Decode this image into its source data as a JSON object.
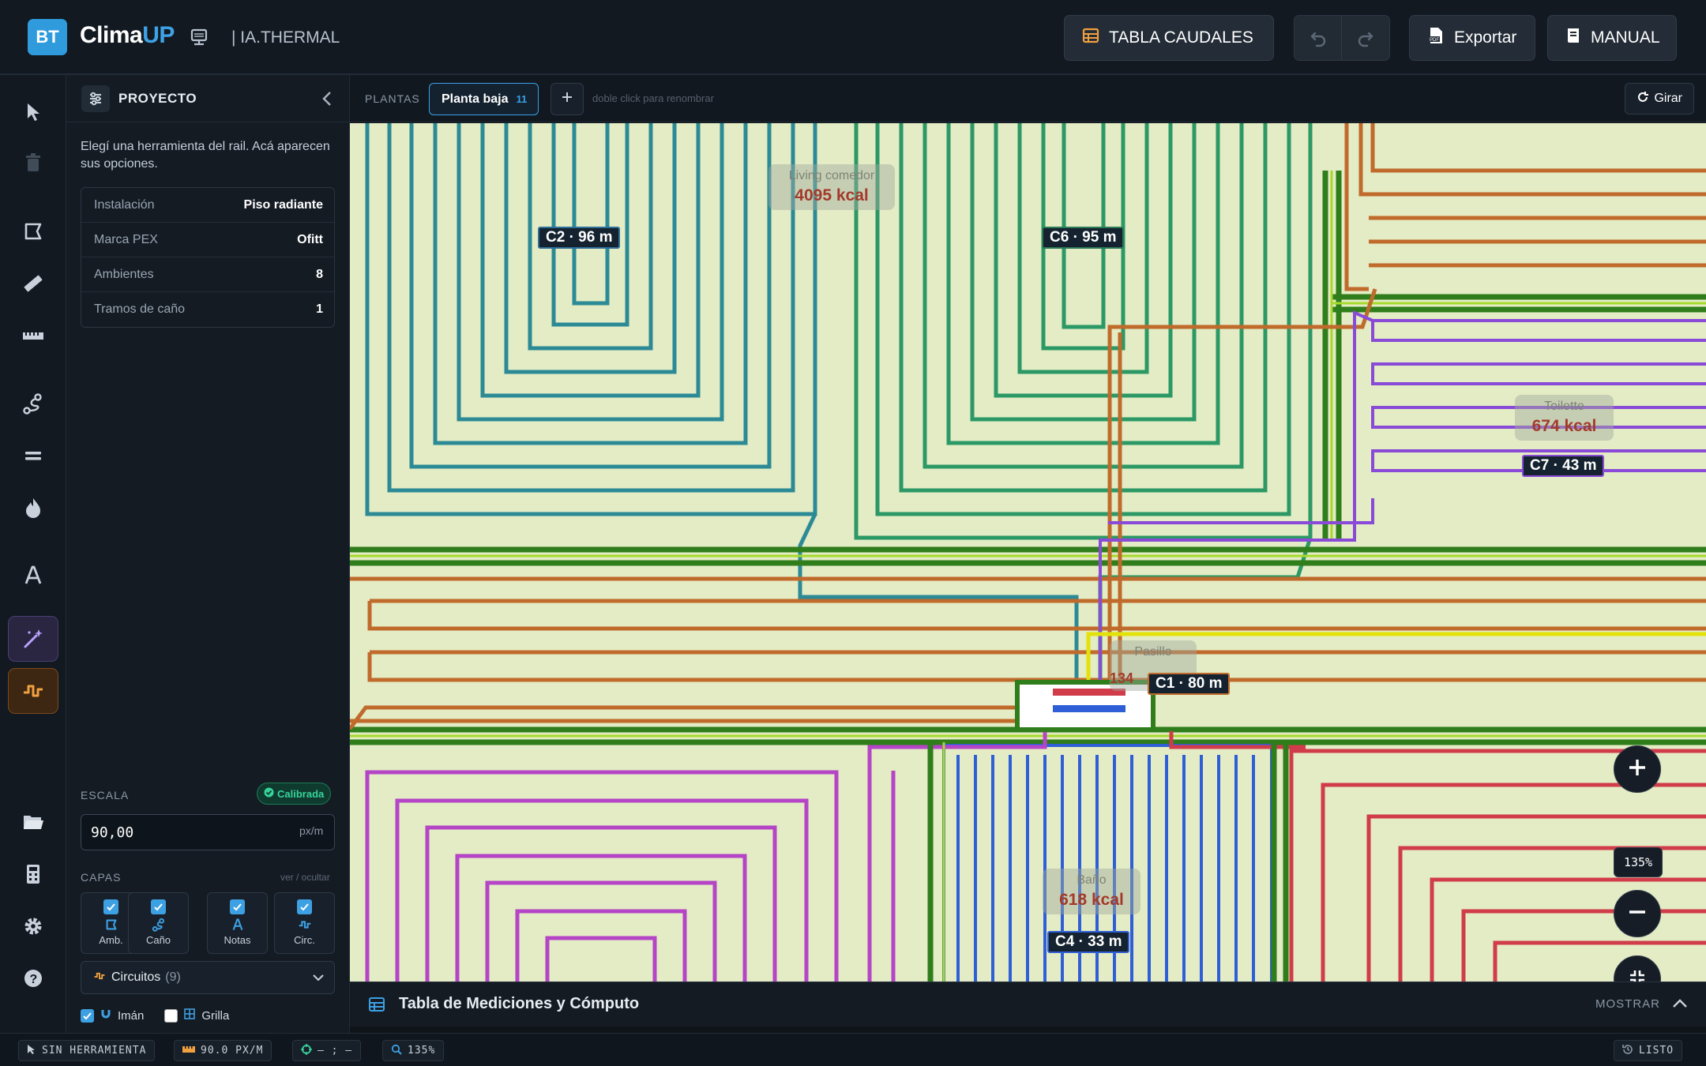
{
  "header": {
    "logo_badge": "BT",
    "app_name_prefix": "Clima",
    "app_name_suffix": "UP",
    "brand_sub": "| IA.THERMAL",
    "caudales_label": "TABLA CAUDALES",
    "export_label": "Exportar",
    "manual_label": "MANUAL"
  },
  "panel": {
    "title": "PROYECTO",
    "hint": "Elegí una herramienta del rail. Acá aparecen sus opciones.",
    "info": [
      {
        "key": "Instalación",
        "value": "Piso radiante"
      },
      {
        "key": "Marca PEX",
        "value": "Ofitt"
      },
      {
        "key": "Ambientes",
        "value": "8"
      },
      {
        "key": "Tramos de caño",
        "value": "1"
      }
    ],
    "scale_label": "ESCALA",
    "calibrated_badge": "Calibrada",
    "scale_value": "90,00",
    "scale_unit": "px/m",
    "layers_label": "CAPAS",
    "layers_hint": "ver / ocultar",
    "layers": [
      {
        "name": "Amb.",
        "icon": "room-icon",
        "checked": true
      },
      {
        "name": "Caño",
        "icon": "pipe-icon",
        "checked": true
      },
      {
        "name": "Notas",
        "icon": "text-icon",
        "checked": true
      },
      {
        "name": "Circ.",
        "icon": "circuit-icon",
        "checked": true
      }
    ],
    "circuits_select": "Circuitos",
    "circuits_count": "(9)",
    "iman_label": "Imán",
    "iman_checked": true,
    "grilla_label": "Grilla",
    "grilla_checked": false
  },
  "canvas": {
    "plantas_label": "PLANTAS",
    "active_tab": "Planta baja",
    "active_tab_count": "11",
    "rename_hint": "doble click para renombrar",
    "rotate_label": "Girar",
    "zoom_label": "135%",
    "bottom_title": "Tabla de Mediciones y Cómputo",
    "bottom_toggle": "MOSTRAR",
    "rooms": [
      {
        "name": "Living comedor",
        "kcal": "4095 kcal"
      },
      {
        "name": "Toilette",
        "kcal": "674 kcal"
      },
      {
        "name": "Pasillo",
        "kcal": "134"
      },
      {
        "name": "Baño",
        "kcal": "618 kcal"
      }
    ],
    "circuit_labels": [
      "C2 · 96 m",
      "C6 · 95 m",
      "C7 · 43 m",
      "C1 · 80 m",
      "C4 · 33 m"
    ]
  },
  "status": {
    "tool": "SIN HERRAMIENTA",
    "scale": "90.0 PX/M",
    "coords": "– ; –",
    "zoom": "135%",
    "state": "LISTO"
  },
  "colors": {
    "accent": "#3ea2e6",
    "active_circuit_tool": "#f0a040",
    "ai_tool": "#b9a3ff",
    "calibrated": "#37d39c",
    "kcal": "#a33a2c"
  }
}
